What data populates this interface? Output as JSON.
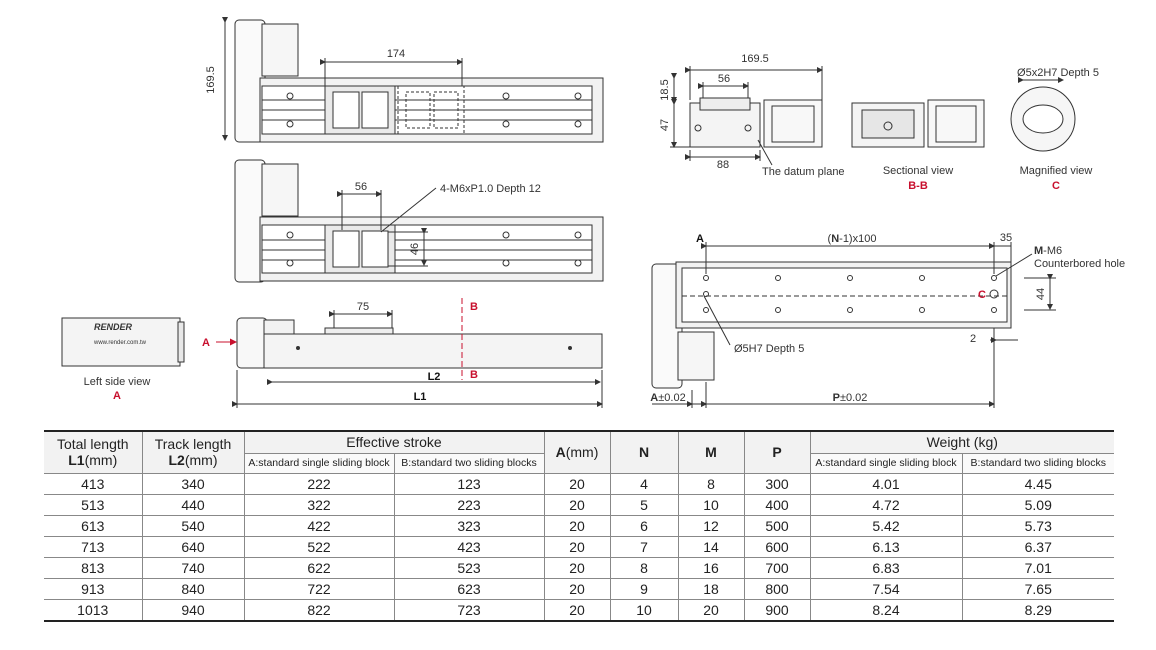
{
  "drawing": {
    "top_view": {
      "dim_height": "169.5",
      "dim_width": "174"
    },
    "mid_view": {
      "dim_spacing": "56",
      "dim_side": "46",
      "note": "4-M6xP1.0 Depth 12"
    },
    "side_view": {
      "dim_block": "75",
      "section_mark": "B",
      "l2_label": "L2",
      "l1_label": "L1",
      "arrow_label": "A"
    },
    "left_side": {
      "logo": "RENDER",
      "url": "www.render.com.tw",
      "caption": "Left side view",
      "mark": "A"
    },
    "section_views": {
      "dim_width": "169.5",
      "dim_56": "56",
      "dim_185": "18.5",
      "dim_47": "47",
      "dim_88": "88",
      "datum": "The datum plane",
      "sectional_caption": "Sectional view",
      "sectional_mark": "B-B",
      "magnified_caption": "Magnified view",
      "magnified_mark": "C",
      "magnified_note": "Ø5x2H7 Depth 5"
    },
    "bottom_view": {
      "a_mark": "A",
      "pitch_pre": "(",
      "pitch_n": "N",
      "pitch_post": "-1)x100",
      "dim_35": "35",
      "m_mark": "M",
      "m_note": "-M6",
      "counterbored": "Counterbored hole",
      "c_mark": "C",
      "dim_44": "44",
      "dim_2": "2",
      "hole_note": "Ø5H7 Depth 5",
      "a_tol_mark": "A",
      "a_tol": "±0.02",
      "p_tol_mark": "P",
      "p_tol": "±0.02"
    }
  },
  "table": {
    "headers": {
      "total_length_top": "Total length",
      "total_length_sym": "L1",
      "total_length_unit": "(mm)",
      "track_length_top": "Track length",
      "track_length_sym": "L2",
      "track_length_unit": "(mm)",
      "effective_stroke": "Effective stroke",
      "a_sym": "A",
      "a_unit": "(mm)",
      "n": "N",
      "m": "M",
      "p": "P",
      "weight": "Weight (kg)",
      "sub_a": "A:standard single sliding block",
      "sub_b": "B:standard two sliding blocks"
    },
    "rows": [
      [
        "413",
        "340",
        "222",
        "123",
        "20",
        "4",
        "8",
        "300",
        "4.01",
        "4.45"
      ],
      [
        "513",
        "440",
        "322",
        "223",
        "20",
        "5",
        "10",
        "400",
        "4.72",
        "5.09"
      ],
      [
        "613",
        "540",
        "422",
        "323",
        "20",
        "6",
        "12",
        "500",
        "5.42",
        "5.73"
      ],
      [
        "713",
        "640",
        "522",
        "423",
        "20",
        "7",
        "14",
        "600",
        "6.13",
        "6.37"
      ],
      [
        "813",
        "740",
        "622",
        "523",
        "20",
        "8",
        "16",
        "700",
        "6.83",
        "7.01"
      ],
      [
        "913",
        "840",
        "722",
        "623",
        "20",
        "9",
        "18",
        "800",
        "7.54",
        "7.65"
      ],
      [
        "1013",
        "940",
        "822",
        "723",
        "20",
        "10",
        "20",
        "900",
        "8.24",
        "8.29"
      ]
    ]
  },
  "colors": {
    "accent": "#c8102e"
  }
}
